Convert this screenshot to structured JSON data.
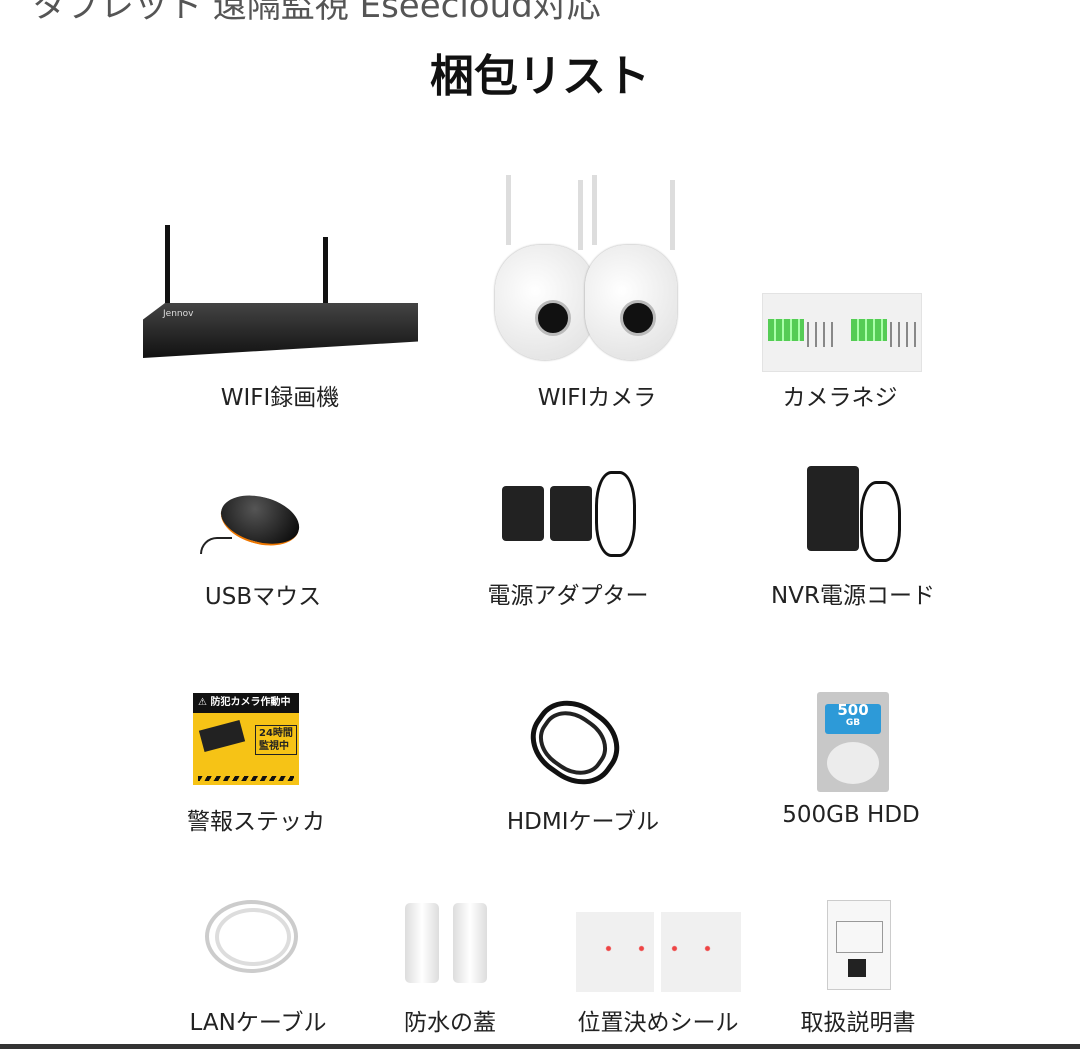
{
  "header_text": "タブレット 遠隔監視 Eseecloud対応",
  "title": "梱包リスト",
  "items": [
    {
      "label": "WIFI録画機",
      "icon": "nvr-recorder"
    },
    {
      "label": "WIFIカメラ",
      "icon": "wifi-camera"
    },
    {
      "label": "カメラネジ",
      "icon": "screws"
    },
    {
      "label": "USBマウス",
      "icon": "mouse"
    },
    {
      "label": "電源アダプター",
      "icon": "power-adapter"
    },
    {
      "label": "NVR電源コード",
      "icon": "nvr-power-cord"
    },
    {
      "label": "警報ステッカ",
      "icon": "warning-sticker"
    },
    {
      "label": "HDMIケーブル",
      "icon": "hdmi-cable"
    },
    {
      "label": "500GB HDD",
      "icon": "hdd"
    },
    {
      "label": "LANケーブル",
      "icon": "lan-cable"
    },
    {
      "label": "防水の蓋",
      "icon": "waterproof-caps"
    },
    {
      "label": "位置決めシール",
      "icon": "positioning-sticker"
    },
    {
      "label": "取扱説明書",
      "icon": "manual"
    }
  ],
  "sticker": {
    "header": "防犯カメラ作動中",
    "line1": "24時間",
    "line2": "監視中"
  },
  "hdd_capacity": "500",
  "hdd_unit": "GB",
  "brand": "Jennov"
}
